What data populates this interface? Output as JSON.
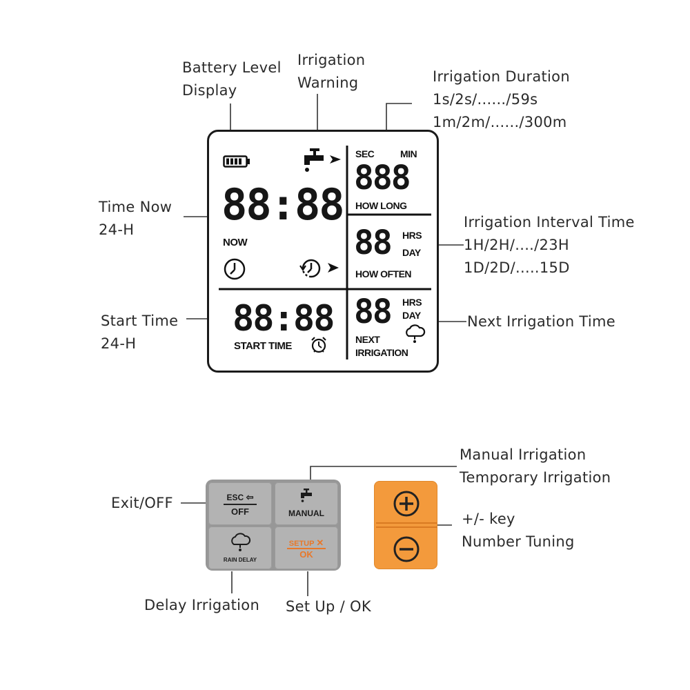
{
  "annotations": {
    "battery": [
      "Battery Level",
      "Display"
    ],
    "warning": [
      "Irrigation",
      "Warning"
    ],
    "duration": [
      "Irrigation Duration",
      "1s/2s/....../59s",
      "1m/2m/....../300m"
    ],
    "time_now": [
      "Time Now",
      "24-H"
    ],
    "interval": [
      "Irrigation Interval Time",
      "1H/2H/..../23H",
      "1D/2D/.....15D"
    ],
    "start_time": [
      "Start Time",
      "24-H"
    ],
    "next": [
      "Next Irrigation Time"
    ],
    "manual": [
      "Manual Irrigation",
      "Temporary Irrigation"
    ],
    "exit": [
      "Exit/OFF"
    ],
    "plusminus": [
      "+/- key",
      "Number Tuning"
    ],
    "delay": [
      "Delay Irrigation"
    ],
    "setup": [
      "Set Up / OK"
    ]
  },
  "lcd": {
    "now_digits": "88:88",
    "now_label": "NOW",
    "sec_label": "SEC",
    "min_label": "MIN",
    "duration_digits": "888",
    "how_long": "HOW LONG",
    "interval_digits": "88",
    "hrs": "HRS",
    "day": "DAY",
    "how_often": "HOW OFTEN",
    "start_digits": "88:88",
    "start_label": "START TIME",
    "next_digits": "88",
    "next_line1": "NEXT",
    "next_line2": "IRRIGATION"
  },
  "keys": {
    "esc": "ESC",
    "off": "OFF",
    "manual": "MANUAL",
    "rain_delay": "RAIN DELAY",
    "setup": "SETUP",
    "ok": "OK"
  },
  "icons": [
    "battery-icon",
    "faucet-icon",
    "arrow-icon",
    "clock-icon",
    "cycle-clock-icon",
    "alarm-clock-icon",
    "rain-cloud-icon",
    "plus-icon",
    "minus-icon"
  ],
  "colors": {
    "accent": "#f39a3c",
    "keypad": "#979797",
    "setup_text": "#e8782a"
  }
}
